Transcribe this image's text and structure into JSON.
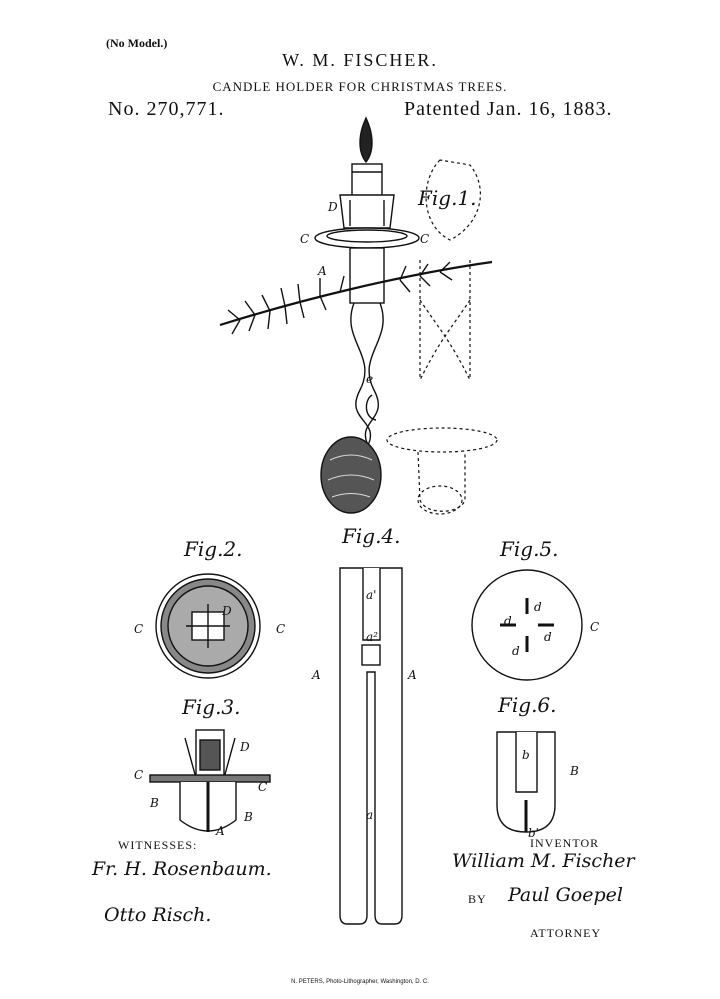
{
  "header": {
    "no_model": "(No Model.)",
    "inventor_name": "W. M. FISCHER.",
    "title": "CANDLE HOLDER FOR CHRISTMAS TREES.",
    "patent_number": "No. 270,771.",
    "patent_date": "Patented Jan. 16, 1883."
  },
  "figures": {
    "fig1": "Fig.1.",
    "fig2": "Fig.2.",
    "fig3": "Fig.3.",
    "fig4": "Fig.4.",
    "fig5": "Fig.5.",
    "fig6": "Fig.6."
  },
  "letters": {
    "A": "A",
    "B": "B",
    "C": "C",
    "D": "D",
    "a": "a",
    "a1": "a'",
    "a2": "a²",
    "b": "b",
    "b1": "b'",
    "d": "d",
    "e": "e"
  },
  "signatures": {
    "witnesses_label": "WITNESSES:",
    "witness1": "Fr. H. Rosenbaum.",
    "witness2": "Otto Risch.",
    "inventor_label": "INVENTOR",
    "inventor_signature": "William M. Fischer",
    "by_label": "BY",
    "attorney_signature": "Paul Goepel",
    "attorney_label": "ATTORNEY"
  },
  "footer": {
    "printer": "N. PETERS, Photo-Lithographer, Washington, D. C."
  }
}
